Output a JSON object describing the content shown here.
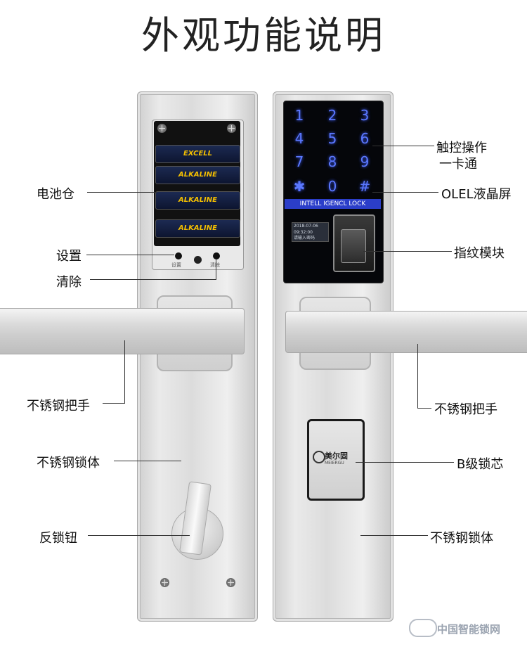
{
  "title": "外观功能说明",
  "labels": {
    "battery_box": "电池仓",
    "setup": "设置",
    "clear": "清除",
    "handle_left": "不锈钢把手",
    "body_left": "不锈钢锁体",
    "anti_lock": "反锁钮",
    "touch_line1": "触控操作",
    "touch_line2": "一卡通",
    "olel": "OLEL液晶屏",
    "fingerprint": "指纹模块",
    "handle_right": "不锈钢把手",
    "b_core": "B级锁芯",
    "body_right": "不锈钢锁体"
  },
  "keypad": [
    "1",
    "2",
    "3",
    "4",
    "5",
    "6",
    "7",
    "8",
    "9",
    "✱",
    "0",
    "#"
  ],
  "keypad_brand": "INTELL IGENCL LOCK",
  "screen": {
    "date": "2018-07-06",
    "time": "09:32:00",
    "prompt": "请输入密码"
  },
  "batteries": [
    "EXCELL",
    "ALKALINE",
    "ALKALINE",
    "ALKALINE"
  ],
  "battery_buttons": {
    "left": "设置",
    "right": "清除"
  },
  "cylinder_brand": {
    "name": "美尔固",
    "sub": "MEIERGU"
  },
  "watermark": "中国智能锁网",
  "colors": {
    "key_glow": "#5b78ff",
    "strip": "#2b3ec9"
  }
}
